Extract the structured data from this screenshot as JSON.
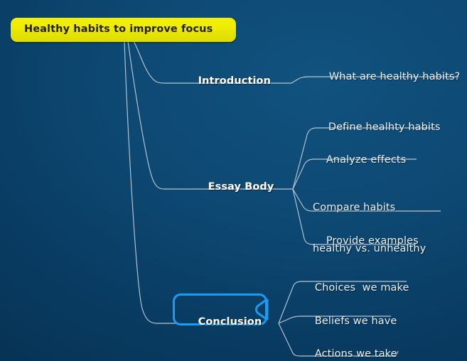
{
  "diagram": {
    "type": "mind-map",
    "title": "Healthy habits to improve focus",
    "background_color": "#0d4872",
    "root_fill_color": "#eeec04",
    "root_text_color": "#241f07",
    "branch_line_color": "#b9c6d2",
    "selection_color": "#1d9bf0",
    "selected_node": "Conclusion"
  },
  "root": {
    "label": "Healthy habits to improve focus"
  },
  "branches": [
    {
      "label": "Introduction",
      "children": [
        {
          "label": "What are healthy habits?"
        }
      ]
    },
    {
      "label": "Essay Body",
      "children": [
        {
          "label": "Define healhty habits"
        },
        {
          "label": "Analyze effects"
        },
        {
          "label_line1": "Compare habits",
          "label_line2": "healthy vs. unhealthy"
        },
        {
          "label": "Provide examples"
        }
      ]
    },
    {
      "label": "Conclusion",
      "selected": true,
      "children": [
        {
          "label": "Choices  we make"
        },
        {
          "label": "Beliefs we have"
        },
        {
          "label": "Actions we take"
        }
      ]
    }
  ]
}
